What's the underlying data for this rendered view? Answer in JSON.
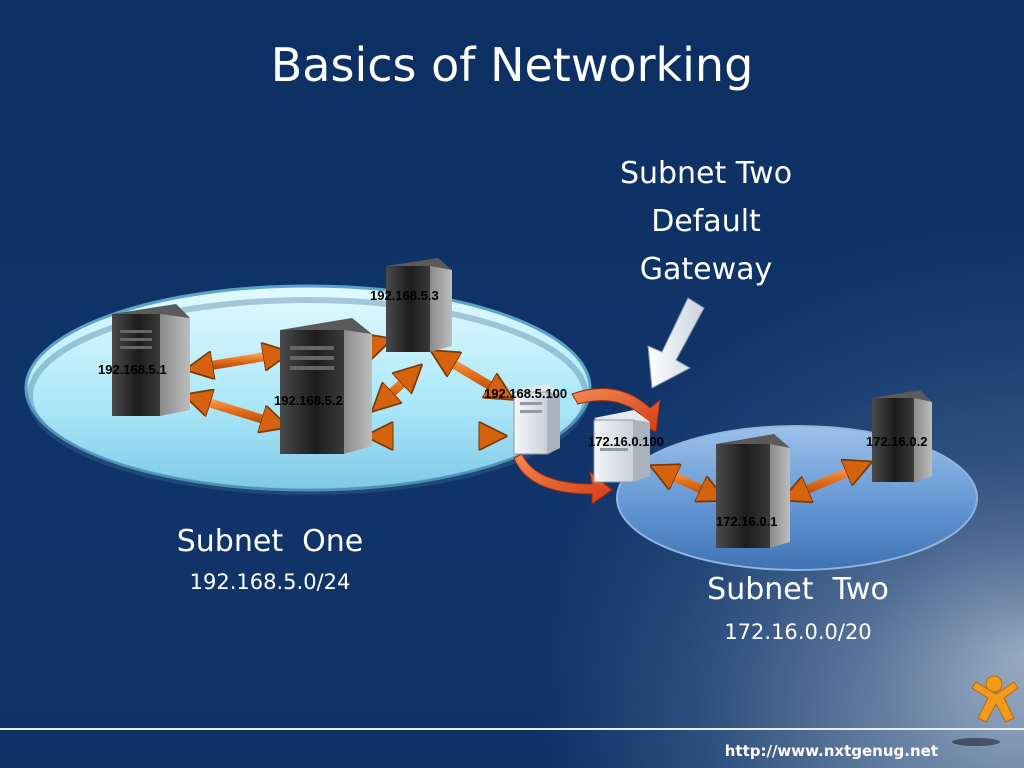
{
  "title": "Basics of Networking",
  "gateway_callout": {
    "line1": "Subnet Two",
    "line2": "Default",
    "line3": "Gateway"
  },
  "subnet_one": {
    "name": "Subnet  One",
    "cidr": "192.168.5.0/24",
    "hosts": [
      "192.168.5.1",
      "192.168.5.2",
      "192.168.5.3"
    ],
    "gateway_ip": "192.168.5.100"
  },
  "subnet_two": {
    "name": "Subnet  Two",
    "cidr": "172.16.0.0/20",
    "hosts": [
      "172.16.0.1",
      "172.16.0.2"
    ],
    "gateway_ip": "172.16.0.100"
  },
  "footer": {
    "url": "http://www.nxtgenug.net"
  },
  "colors": {
    "background": "#0f3266",
    "subnet_one_fill": "#bfefff",
    "subnet_two_fill": "#4f86c9",
    "arrow": "#e8741e",
    "logo": "#f39a1d"
  }
}
